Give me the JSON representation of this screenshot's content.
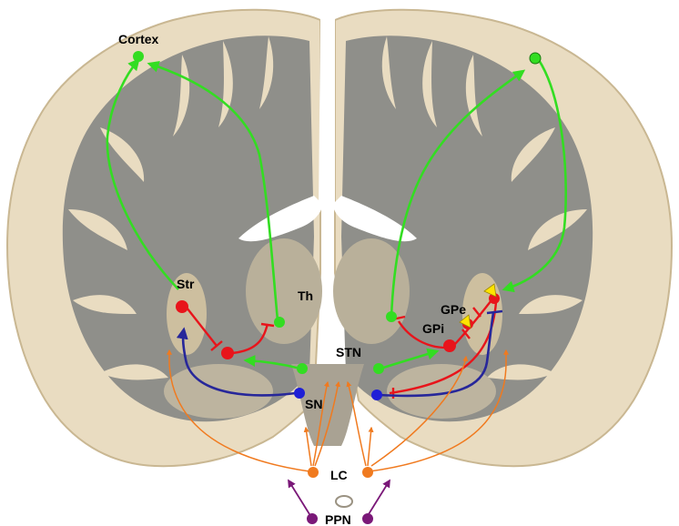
{
  "labels": {
    "cortex": "Cortex",
    "str": "Str",
    "th": "Th",
    "gpe": "GPe",
    "gpi": "GPi",
    "stn": "STN",
    "sn": "SN",
    "lc": "LC",
    "ppn": "PPN"
  },
  "colors": {
    "excitatory": "#33dd22",
    "inhibitory": "#e8141b",
    "dopaminergic": "#27279a",
    "noradrenergic": "#f07a1f",
    "cholinergic": "#7a1878",
    "tissue_light": "#e9dcc1",
    "tissue_dark": "#8f8f8a",
    "lesion": "#ffe400"
  }
}
